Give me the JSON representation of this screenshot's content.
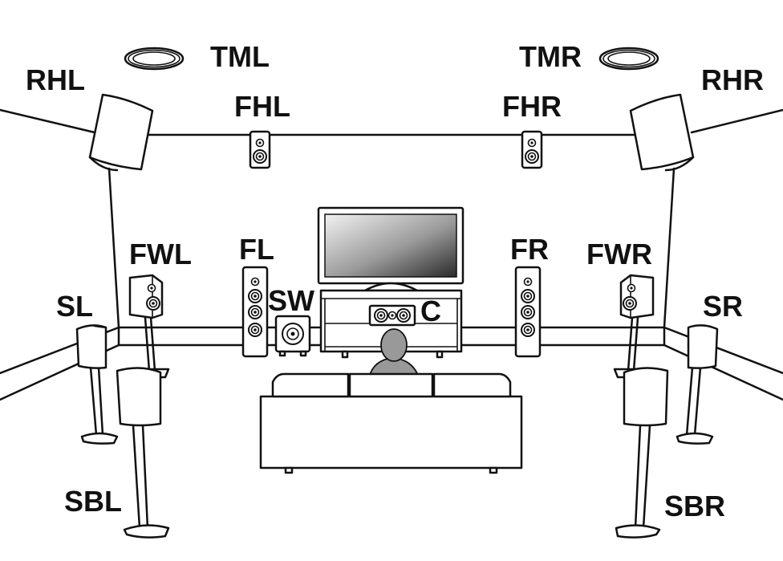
{
  "speakers": {
    "tml": "TML",
    "tmr": "TMR",
    "rhl": "RHL",
    "rhr": "RHR",
    "fhl": "FHL",
    "fhr": "FHR",
    "fwl": "FWL",
    "fwr": "FWR",
    "fl": "FL",
    "fr": "FR",
    "sw": "SW",
    "c": "C",
    "sl": "SL",
    "sr": "SR",
    "sbl": "SBL",
    "sbr": "SBR"
  },
  "colors": {
    "line": "#111111",
    "listener": "#999999",
    "screen_light": "#f2f2f2",
    "screen_dark": "#2a2a2a"
  },
  "icons": [
    "ceiling-speaker-icon",
    "wall-speaker-icon",
    "bookshelf-speaker-icon",
    "tower-speaker-icon",
    "center-speaker-icon",
    "subwoofer-icon",
    "tv-icon",
    "sofa-icon",
    "listener-icon",
    "floor-stand-icon"
  ]
}
